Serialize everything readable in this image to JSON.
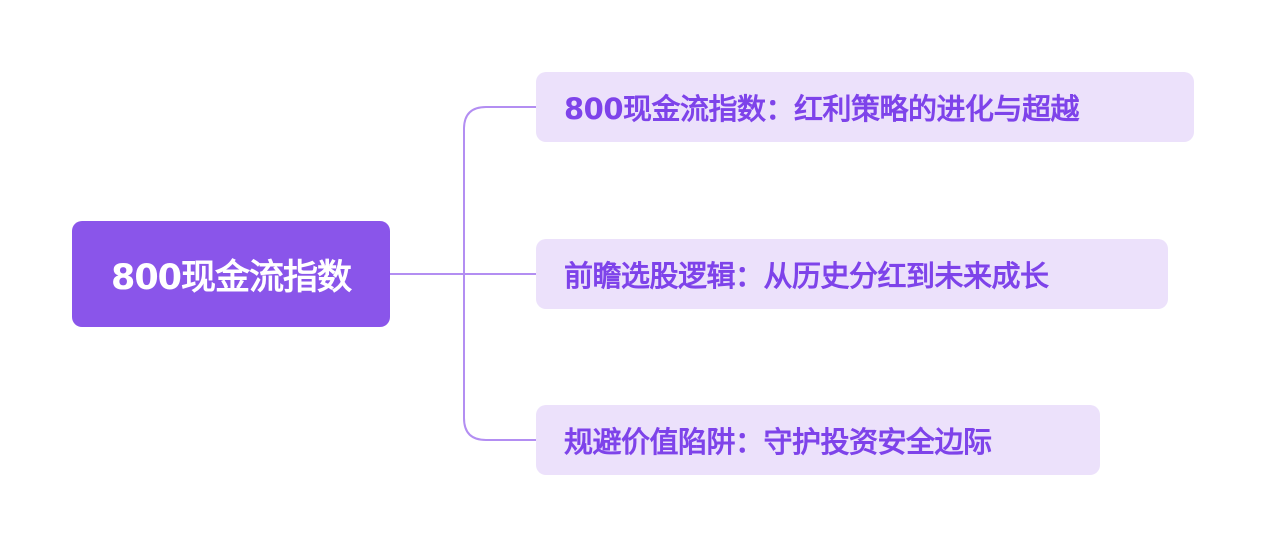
{
  "mindmap": {
    "root": {
      "label": "800现金流指数"
    },
    "branches": [
      {
        "label": "800现金流指数：红利策略的进化与超越"
      },
      {
        "label": "前瞻选股逻辑：从历史分红到未来成长"
      },
      {
        "label": "规避价值陷阱：守护投资安全边际"
      }
    ]
  },
  "colors": {
    "root_fill": "#8a55ea",
    "root_text": "#ffffff",
    "branch_fill": "#ece1fb",
    "branch_text": "#7e43ea",
    "connector": "#b38ef2",
    "background": "#ffffff"
  }
}
